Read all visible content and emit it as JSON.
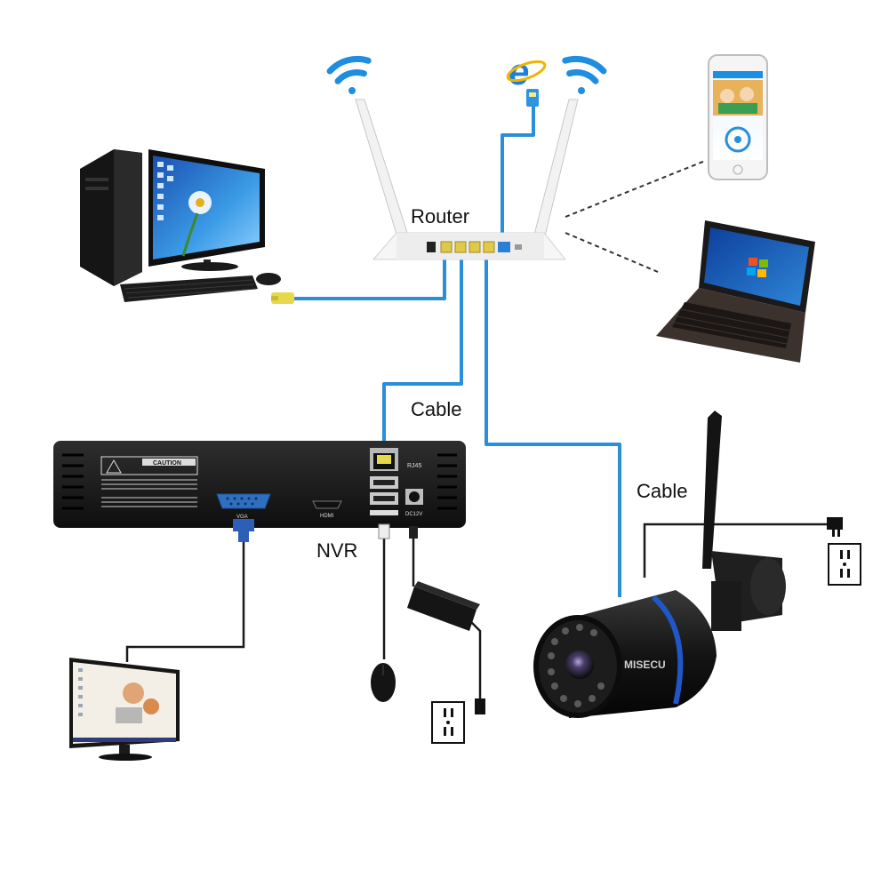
{
  "labels": {
    "router": "Router",
    "cable_top": "Cable",
    "cable_right": "Cable",
    "nvr": "NVR"
  },
  "nvr_panel": {
    "caution_title": "CAUTION",
    "rj45": "RJ45",
    "vga": "VGA",
    "hdmi": "HDMI",
    "dc12v": "DC12V"
  },
  "camera": {
    "brand": "MISECU"
  },
  "colors": {
    "cable_blue": "#2a8fd8",
    "wire_black": "#1a1a1a",
    "wifi_blue": "#1f8de0",
    "device_black": "#1b1b1b",
    "router_white": "#f4f4f4",
    "camera_ring": "#1f57c8"
  },
  "icons": [
    "wifi-icon",
    "internet-explorer-icon",
    "ethernet-plug-icon",
    "power-outlet-icon"
  ]
}
